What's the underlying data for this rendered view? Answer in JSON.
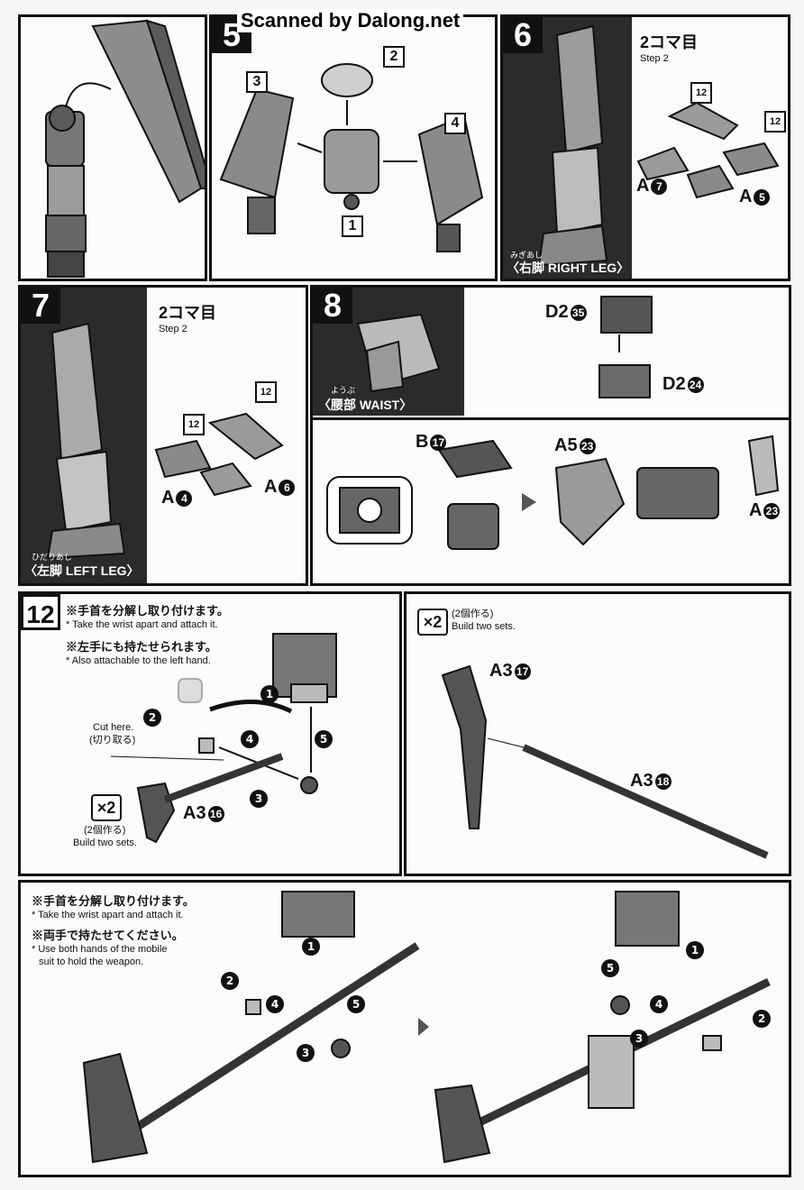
{
  "watermark": "Scanned by Dalong.net",
  "panel_top_left": {},
  "step5": {
    "number": "5",
    "parts": [
      "1",
      "2",
      "3",
      "4"
    ]
  },
  "step6": {
    "number": "6",
    "badge": "2コマ目",
    "badge_sub": "Step 2",
    "count_tag": "12",
    "part_a7": "A",
    "part_a7_num": "7",
    "part_a5": "A",
    "part_a5_num": "5",
    "caption_jp": "〈右脚",
    "caption_en": "RIGHT LEG〉",
    "ruby": "みぎあし"
  },
  "step7": {
    "number": "7",
    "badge": "2コマ目",
    "badge_sub": "Step 2",
    "count_tag": "12",
    "part_a4": "A",
    "part_a4_num": "4",
    "part_a6": "A",
    "part_a6_num": "6",
    "caption_jp": "〈左脚",
    "caption_en": "LEFT LEG〉",
    "ruby": "ひだりあし"
  },
  "step8": {
    "number": "8",
    "caption_jp": "〈腰部",
    "caption_en": "WAIST〉",
    "ruby": "ようぶ",
    "d2a": "D2",
    "d2a_num": "35",
    "d2b": "D2",
    "d2b_num": "24",
    "b": "B",
    "b_num": "17",
    "a5": "A5",
    "a5_num": "23",
    "a": "A",
    "a_num": "23"
  },
  "step12": {
    "number": "12",
    "note1_jp": "※手首を分解し取り付けます。",
    "note1_en": "* Take the wrist apart and attach it.",
    "note2_jp": "※左手にも持たせられます。",
    "note2_en": "* Also attachable to the left hand.",
    "cut_en": "Cut here.",
    "cut_jp": "(切り取る)",
    "x2_jp": "(2個作る)",
    "x2_en": "Build two sets.",
    "part": "A3",
    "part_num": "16",
    "steps": [
      "1",
      "2",
      "3",
      "4",
      "5"
    ]
  },
  "step12b": {
    "x2_jp": "(2個作る)",
    "x2_en": "Build two sets.",
    "part1": "A3",
    "part1_num": "17",
    "part2": "A3",
    "part2_num": "18"
  },
  "bottom": {
    "note1_jp": "※手首を分解し取り付けます。",
    "note1_en": "* Take the wrist apart and attach it.",
    "note2_jp": "※両手で持たせてください。",
    "note2_en1": "* Use both hands of the mobile",
    "note2_en2": "suit to hold the weapon.",
    "steps": [
      "1",
      "2",
      "3",
      "4",
      "5"
    ]
  },
  "x2_label": "×2"
}
